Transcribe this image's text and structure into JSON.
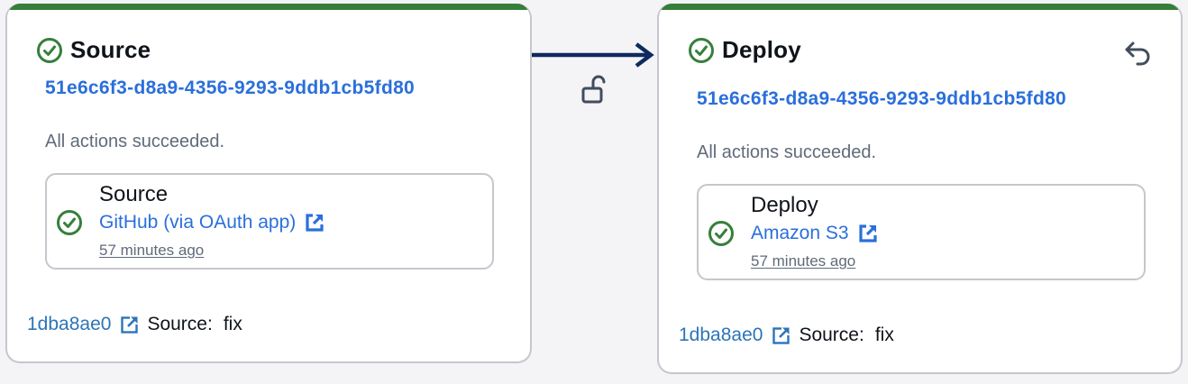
{
  "colors": {
    "success_green": "#367f3b",
    "link_blue": "#2a6fdb",
    "commit_blue": "#2c74b8",
    "arrow_navy": "#0f2a5f",
    "muted_text": "#5f6b7a",
    "card_border": "#c6c6cd",
    "background": "#f4f4f7"
  },
  "stages": [
    {
      "name": "Source",
      "status_icon": "check-circle-icon",
      "execution_id": "51e6c6f3-d8a9-4356-9293-9ddb1cb5fd80",
      "status_text": "All actions succeeded.",
      "action": {
        "name": "Source",
        "status_icon": "check-circle-icon",
        "provider": "GitHub (via OAuth app)",
        "provider_icon": "external-link-icon",
        "time": "57 minutes ago"
      },
      "footer": {
        "commit_id": "1dba8ae0",
        "commit_icon": "external-link-icon",
        "source_label": "Source:",
        "commit_message": "fix"
      }
    },
    {
      "name": "Deploy",
      "status_icon": "check-circle-icon",
      "rollback_icon": "rollback-icon",
      "execution_id": "51e6c6f3-d8a9-4356-9293-9ddb1cb5fd80",
      "status_text": "All actions succeeded.",
      "action": {
        "name": "Deploy",
        "status_icon": "check-circle-icon",
        "provider": "Amazon S3",
        "provider_icon": "external-link-icon",
        "time": "57 minutes ago"
      },
      "footer": {
        "commit_id": "1dba8ae0",
        "commit_icon": "external-link-icon",
        "source_label": "Source:",
        "commit_message": "fix"
      }
    }
  ],
  "transition": {
    "arrow_icon": "arrow-right-icon",
    "lock_icon": "unlocked-icon",
    "state": "enabled"
  }
}
